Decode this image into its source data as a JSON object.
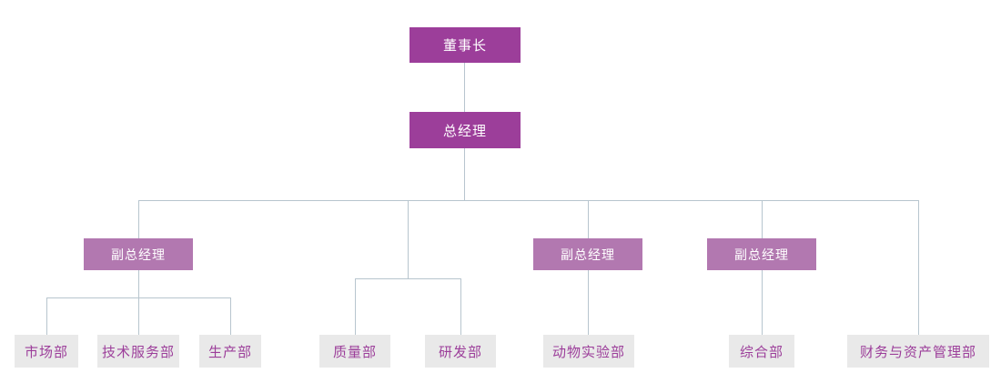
{
  "chart": {
    "type": "org-chart",
    "chairman": {
      "label": "董事长"
    },
    "general_manager": {
      "label": "总经理"
    },
    "branches": [
      {
        "deputy": {
          "label": "副总经理"
        },
        "departments": [
          {
            "label": "市场部"
          },
          {
            "label": "技术服务部"
          },
          {
            "label": "生产部"
          }
        ]
      },
      {
        "deputy": null,
        "departments": [
          {
            "label": "质量部"
          },
          {
            "label": "研发部"
          }
        ]
      },
      {
        "deputy": {
          "label": "副总经理"
        },
        "departments": [
          {
            "label": "动物实验部"
          }
        ]
      },
      {
        "deputy": {
          "label": "副总经理"
        },
        "departments": [
          {
            "label": "综合部"
          }
        ]
      },
      {
        "deputy": null,
        "departments": [
          {
            "label": "财务与资产管理部"
          }
        ]
      }
    ],
    "colors": {
      "executive_box": "#9c3e9a",
      "deputy_box": "#b278b0",
      "department_box": "#e9e9e9",
      "department_text": "#9c3e9a",
      "executive_text": "#ffffff",
      "connector": "#b7c5ce",
      "page_bg": "#ffffff"
    }
  }
}
